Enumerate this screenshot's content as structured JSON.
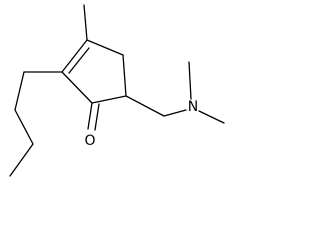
{
  "structure": {
    "atoms": [
      {
        "id": "oxygen",
        "label": "O"
      },
      {
        "id": "nitrogen",
        "label": "N"
      }
    ],
    "colors": {
      "bond": "#000000",
      "background": "#ffffff"
    }
  }
}
